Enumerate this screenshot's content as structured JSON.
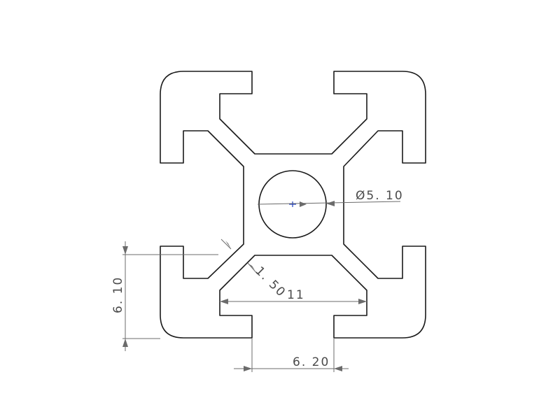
{
  "drawing": {
    "dimensions": {
      "bore_diameter": "Ø5. 10",
      "slot_center_width": "11",
      "web_thickness": "1. 50",
      "slot_height": "6. 10",
      "slot_opening": "6. 20"
    }
  }
}
